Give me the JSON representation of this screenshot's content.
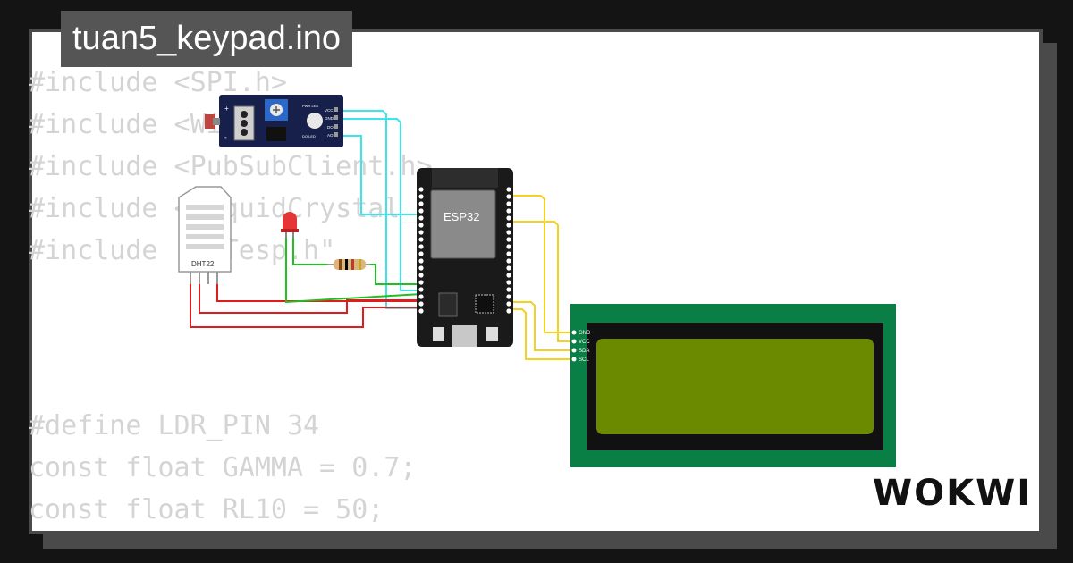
{
  "file": {
    "name": "tuan5_keypad.ino"
  },
  "code": {
    "top_lines": [
      "#include <SPI.h>",
      "#include <WiFi.h>",
      "#include <PubSubClient.h>",
      "#include <LiquidCrystal_I2C.h>",
      "#include \"DHTesp.h\""
    ],
    "bottom_lines": [
      "#define LDR_PIN 34",
      "const float GAMMA = 0.7;",
      "const float RL10 = 50;"
    ]
  },
  "components": {
    "ldr_module": {
      "pin_labels": [
        "VCC",
        "GND",
        "DO",
        "AO"
      ],
      "side_labels": [
        "+",
        "-"
      ],
      "led_labels": [
        "PWR LED",
        "DO LED"
      ]
    },
    "dht22": {
      "label": "DHT22"
    },
    "esp32": {
      "label": "ESP32"
    },
    "lcd": {
      "pin_labels": [
        "GND",
        "VCC",
        "SDA",
        "SCL"
      ]
    }
  },
  "colors": {
    "wire_cyan": "#3ce4ec",
    "wire_yellow": "#f5d21c",
    "wire_red": "#e21c1c",
    "wire_green": "#22bf22",
    "lcd_board": "#0a7f45",
    "lcd_screen": "#6b8a00",
    "esp32_board": "#1a1a1a",
    "ldr_board": "#16204a"
  },
  "brand": {
    "logo": "WOKWI"
  }
}
